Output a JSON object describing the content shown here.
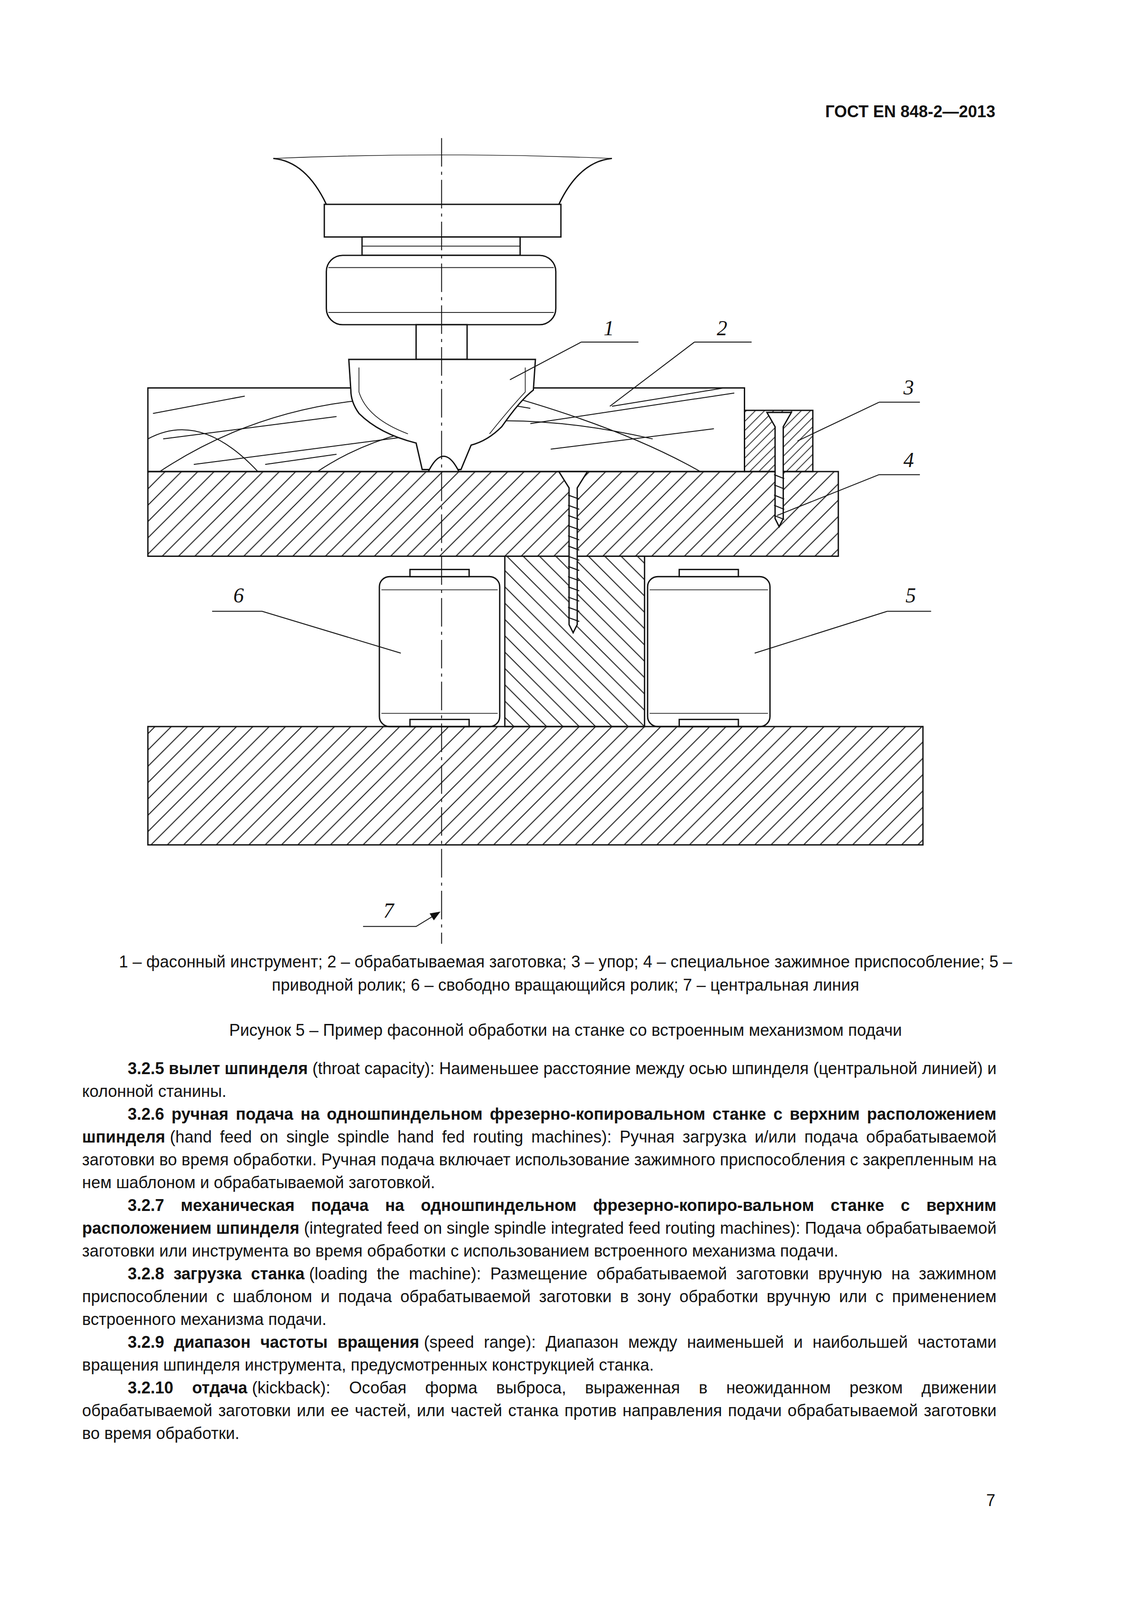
{
  "diagram": {
    "caption": "Рисунок 5 – Пример фасонной обработки на станке со встроенным механизмом подачи",
    "labels": [
      "ГОСТ EN 848-2—2013",
      "1",
      "2",
      "3",
      "4",
      "6",
      "5",
      "7",
      "1 – фасонный инструмент; 2 – обрабатываемая заготовка; 3 – упор; 4 – специальное зажимное приспособление; 5 – приводной ролик; 6 – свободно вращающийся ролик; 7 – центральная линия",
      "3.2.5 вылет шпинделя",
      "(throat capacity): Наименьшее расстояние между осью шпинделя (центральной линией) и колонной станины.",
      "3.2.6 ручная подача на одношпиндельном фрезерно-копировальном станке с верхним расположением шпинделя",
      "(hand feed on single spindle hand fed routing machines): Ручная загрузка и/или подача обрабатываемой заготовки во время обработки. Ручная подача включает использование зажимного приспособления с закрепленным на нем шаблоном и обрабатываемой заготовкой.",
      "3.2.7 механическая подача на одношпиндельном фрезерно-копиро-вальном станке с верхним расположением шпинделя",
      "(integrated feed on single spindle integrated feed routing machines): Подача обрабатываемой заготовки или инструмента во время обработки с использованием встроенного механизма подачи.",
      "3.2.8 загрузка станка",
      "(loading the machine): Размещение обрабатываемой заготовки вручную на зажимном приспособлении с шаблоном и подача обрабатываемой заготовки в зону обработки вручную или с применением встроенного механизма подачи.",
      "3.2.9 диапазон частоты вращения",
      "(speed range): Диапазон между наименьшей и наибольшей частотами вращения шпинделя инструмента, предусмотренных конструкцией станка.",
      "3.2.10 отдача",
      "(kickback): Особая форма выброса, выраженная в неожиданном резком движении обрабатываемой заготовки или ее частей, или частей станка против направления подачи обрабатываемой заготовки во время обработки.",
      "7"
    ]
  }
}
